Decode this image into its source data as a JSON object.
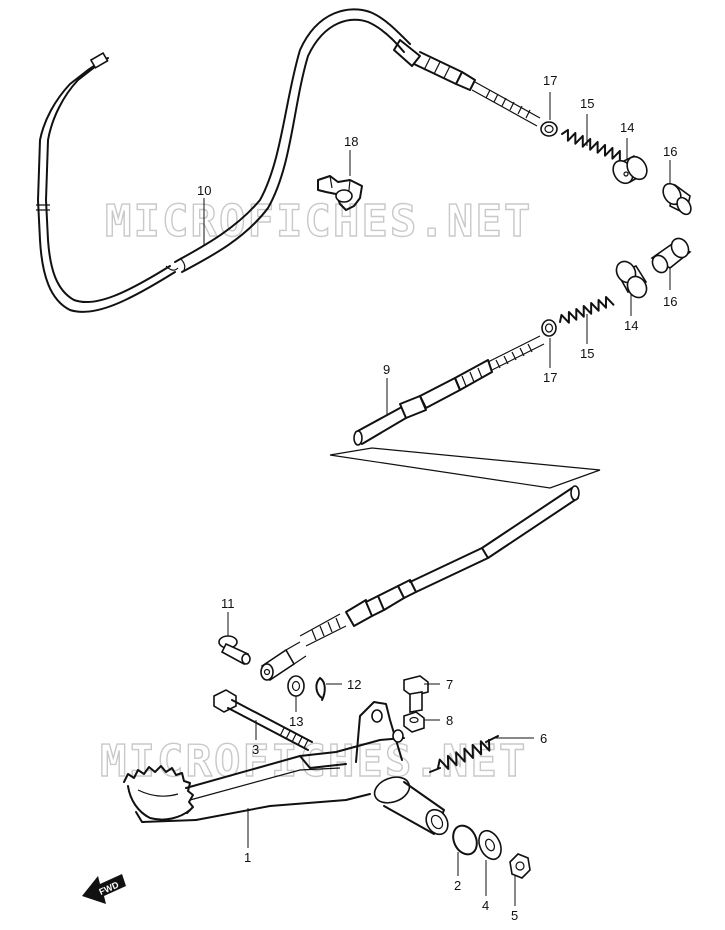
{
  "watermark": "MICROFICHES.NET",
  "fwd_label": "FWD",
  "callouts": {
    "c1": "1",
    "c2": "2",
    "c3": "3",
    "c4": "4",
    "c5": "5",
    "c6": "6",
    "c7": "7",
    "c8": "8",
    "c9": "9",
    "c10": "10",
    "c11": "11",
    "c12": "12",
    "c13": "13",
    "c14a": "14",
    "c14b": "14",
    "c15a": "15",
    "c15b": "15",
    "c16a": "16",
    "c16b": "16",
    "c17a": "17",
    "c17b": "17",
    "c18": "18"
  }
}
